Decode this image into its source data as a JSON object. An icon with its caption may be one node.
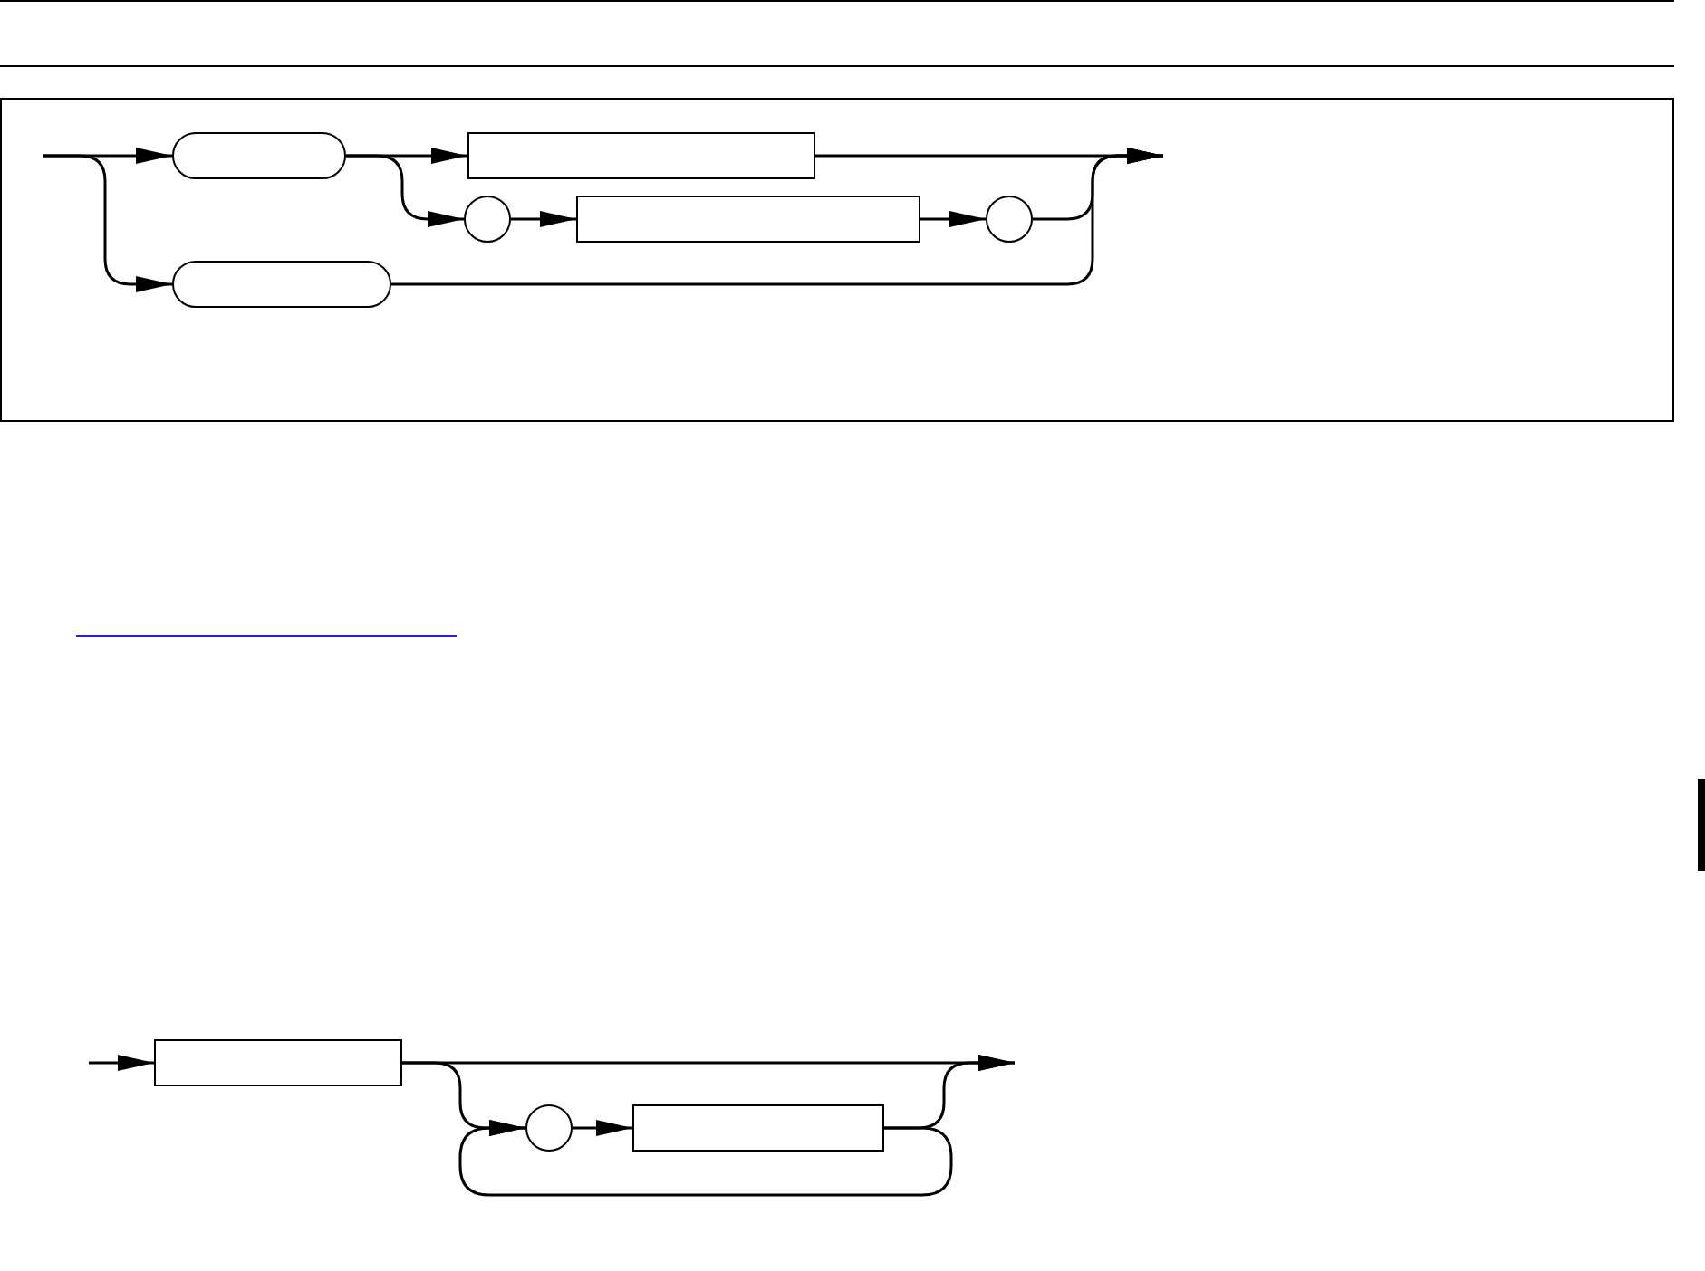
{
  "diagram": {
    "nodes": [
      {
        "text": [],
        "shape": "pill"
      },
      {
        "text": [],
        "shape": "box"
      },
      {
        "text": [],
        "shape": "circle"
      },
      {
        "text": [],
        "shape": "box"
      },
      {
        "text": [],
        "shape": "circle"
      },
      {
        "text": [],
        "shape": "pill"
      },
      {
        "text": [],
        "shape": "box"
      },
      {
        "text": [],
        "shape": "circle"
      },
      {
        "text": [],
        "shape": "box"
      }
    ],
    "edges": [
      {
        "from": null,
        "to": 0,
        "arrow": "to"
      },
      {
        "from": null,
        "to": 5,
        "arrow": "to"
      },
      {
        "from": 0,
        "to": 1,
        "arrow": "to"
      },
      {
        "from": 0,
        "to": 2,
        "arrow": "to"
      },
      {
        "from": 2,
        "to": 3,
        "arrow": "to"
      },
      {
        "from": 3,
        "to": 4,
        "arrow": "to"
      },
      {
        "from": 1,
        "to": null,
        "arrow": "to"
      },
      {
        "from": 4,
        "to": null,
        "arrow": "to"
      },
      {
        "from": 5,
        "to": null,
        "arrow": "to"
      },
      {
        "from": null,
        "to": 6,
        "arrow": "to"
      },
      {
        "from": 6,
        "to": 7,
        "arrow": "to"
      },
      {
        "from": 7,
        "to": 8,
        "arrow": "to"
      },
      {
        "from": 8,
        "to": 7,
        "arrow": "to"
      },
      {
        "from": 6,
        "to": null,
        "arrow": "to"
      },
      {
        "from": 8,
        "to": null,
        "arrow": "to"
      }
    ]
  }
}
